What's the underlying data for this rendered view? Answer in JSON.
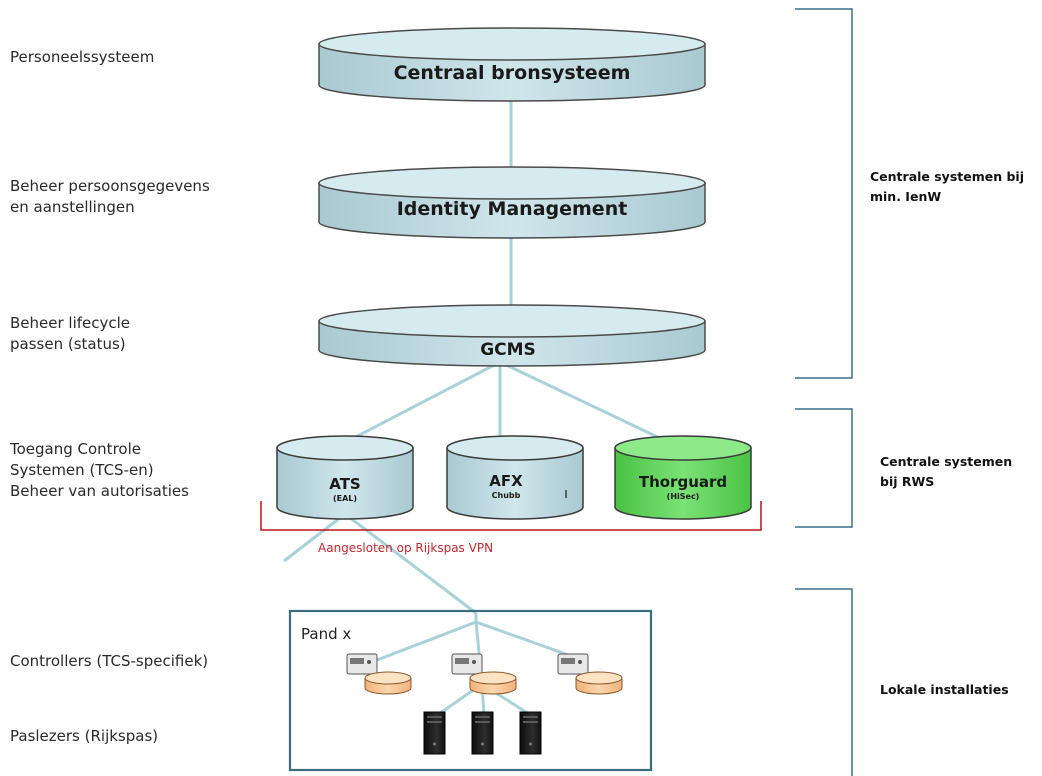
{
  "layers": [
    {
      "label_lines": [
        "Personeelssysteem"
      ]
    },
    {
      "label_lines": [
        "Beheer persoonsgegevens",
        "en aanstellingen"
      ]
    },
    {
      "label_lines": [
        "Beheer lifecycle",
        "passen (status)"
      ]
    },
    {
      "label_lines": [
        "Toegang Controle",
        "Systemen (TCS-en)",
        "Beheer van autorisaties"
      ]
    },
    {
      "label_lines": [
        "Controllers (TCS-specifiek)"
      ]
    },
    {
      "label_lines": [
        "Paslezers (Rijkspas)"
      ]
    }
  ],
  "central_systems": [
    {
      "title": "Centraal bronsysteem"
    },
    {
      "title": "Identity Management"
    },
    {
      "title": "GCMS"
    }
  ],
  "tcs_systems": [
    {
      "title": "ATS",
      "subtitle": "(EAL)",
      "fill": "#c4dde3"
    },
    {
      "title": "AFX",
      "subtitle": "Chubb",
      "fill": "#c4dde3"
    },
    {
      "title": "Thorguard",
      "subtitle": "(HiSec)",
      "fill": "#5fd35a"
    }
  ],
  "vpn_label": "Aangesloten op Rijkspas VPN",
  "building_label": "Pand x",
  "groups": [
    {
      "label_lines": [
        "Centrale systemen bij",
        "min. IenW"
      ]
    },
    {
      "label_lines": [
        "Centrale systemen",
        "bij RWS"
      ]
    },
    {
      "label_lines": [
        "Lokale installaties"
      ]
    }
  ],
  "colors": {
    "cylinder_fill": "#c4dde3",
    "cylinder_stroke": "#4a4a4a",
    "connector": "#a8d2d8",
    "bracket": "#3a6e88",
    "vpn_bracket": "#b8141c",
    "controller_disk": "#f8c99a"
  }
}
